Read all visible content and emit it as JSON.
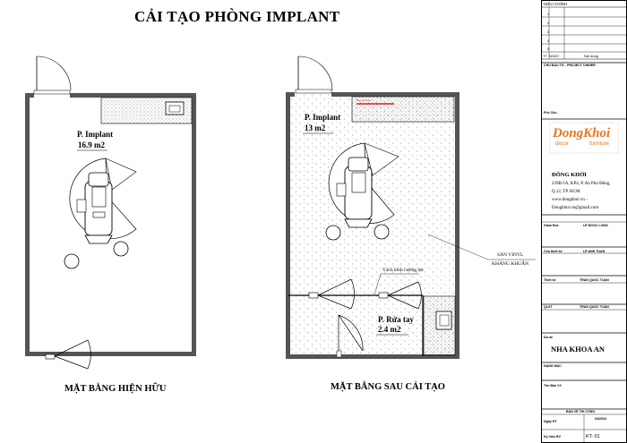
{
  "title": "CẢI TẠO PHÒNG IMPLANT",
  "plans": {
    "existing": {
      "caption": "MẶT BẰNG HIỆN HỮU",
      "room_name": "P. Implant",
      "room_area": "16.9 m2"
    },
    "renovated": {
      "caption": "MẶT BẰNG SAU CẢI TẠO",
      "room_name": "P. Implant",
      "room_area": "13 m2",
      "wash_name": "P. Rửa tay",
      "wash_area": "2.4 m2",
      "note_floor_1": "SÀN VINYL",
      "note_floor_2": "KHÁNG KHUẨN",
      "note_glass": "Vách kính cường lực",
      "note_red": "Hộp kỹ thuật"
    }
  },
  "title_block": {
    "revision_header": "HIỆU CHỈNH",
    "rev_rows": [
      "1",
      "2",
      "3",
      "4",
      "5"
    ],
    "col_tt": "TT",
    "col_date": "NGÀY",
    "col_content": "Nội dung",
    "owner_label": "CHỦ ĐẦU TƯ - PROJECT OWNER",
    "owner_sign": "Phê Chú",
    "logo_main": "DongKhoi",
    "logo_decor": "decor",
    "logo_furniture": "furniture",
    "company": "ĐÔNG KHỞI",
    "address_lines": [
      "239B/1A, KP4, P. An Phú Đông,",
      "Q.12, TP. HCM",
      "www.dongkhoi.vn -",
      "Dongkhoi.vn@gmail.com"
    ],
    "roles": [
      {
        "label": "Giám Đốc",
        "name": "LÊ NGỌC LONG"
      },
      {
        "label": "Chủ thiết kế",
        "name": "LÊ ANH TUẤN"
      },
      {
        "label": "Thiết kế",
        "name": "TRẦN QUỐC TUẤN"
      },
      {
        "label": "QLKT",
        "name": "TRẦN QUỐC TUẤN"
      }
    ],
    "project_label": "Dự án",
    "project_name": "NHA KHOA AN",
    "item_label": "HẠNG MỤC",
    "drawing_label": "Tên Bản Vẽ",
    "footer_label": "BẢN VẼ THI CÔNG",
    "date_label": "Ngày HT",
    "date_value": "04/2023",
    "sheet_label": "Ký hiệu BV",
    "sheet_code": "KT: 01"
  }
}
